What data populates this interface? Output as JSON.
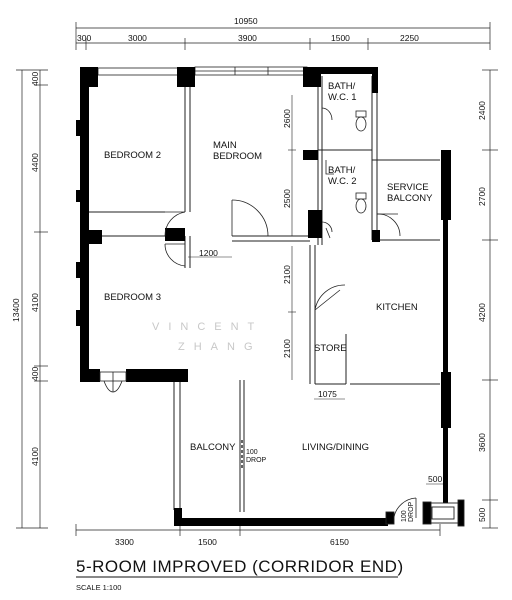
{
  "plan": {
    "title": "5-ROOM IMPROVED (CORRIDOR END)",
    "scale": "SCALE 1:100",
    "watermark": {
      "line1": "VINCENT",
      "line2": "ZHANG"
    },
    "top_dimensions": {
      "overall": "10950",
      "segments": [
        "300",
        "3000",
        "3900",
        "1500",
        "2250"
      ]
    },
    "bottom_dimensions": {
      "segments": [
        "3300",
        "1500",
        "6150"
      ]
    },
    "left_dimensions": {
      "overall": "13400",
      "segments": [
        "400",
        "4400",
        "4100",
        "400",
        "4100"
      ]
    },
    "right_dimensions": {
      "segments": [
        "2400",
        "2700",
        "4200",
        "3600",
        "500"
      ]
    },
    "internal_dimensions": {
      "bedroom_wall_upper": "2600",
      "bedroom_wall_lower": "2500",
      "corridor_width": "1200",
      "kitchen_wall_upper": "2100",
      "kitchen_wall_lower": "2100",
      "store_width": "1075",
      "ac_ledge": "500"
    },
    "rooms": {
      "bedroom2": "BEDROOM 2",
      "main_bedroom_line1": "MAIN",
      "main_bedroom_line2": "BEDROOM",
      "bath1_line1": "BATH/",
      "bath1_line2": "W.C. 1",
      "bath2_line1": "BATH/",
      "bath2_line2": "W.C. 2",
      "service_balcony_line1": "SERVICE",
      "service_balcony_line2": "BALCONY",
      "bedroom3": "BEDROOM 3",
      "kitchen": "KITCHEN",
      "store": "STORE",
      "balcony": "BALCONY",
      "living_dining": "LIVING/DINING"
    },
    "notes": {
      "drop_balcony_value": "100",
      "drop_balcony_label": "DROP",
      "drop_ledge_value": "100",
      "drop_ledge_label": "DROP"
    }
  }
}
